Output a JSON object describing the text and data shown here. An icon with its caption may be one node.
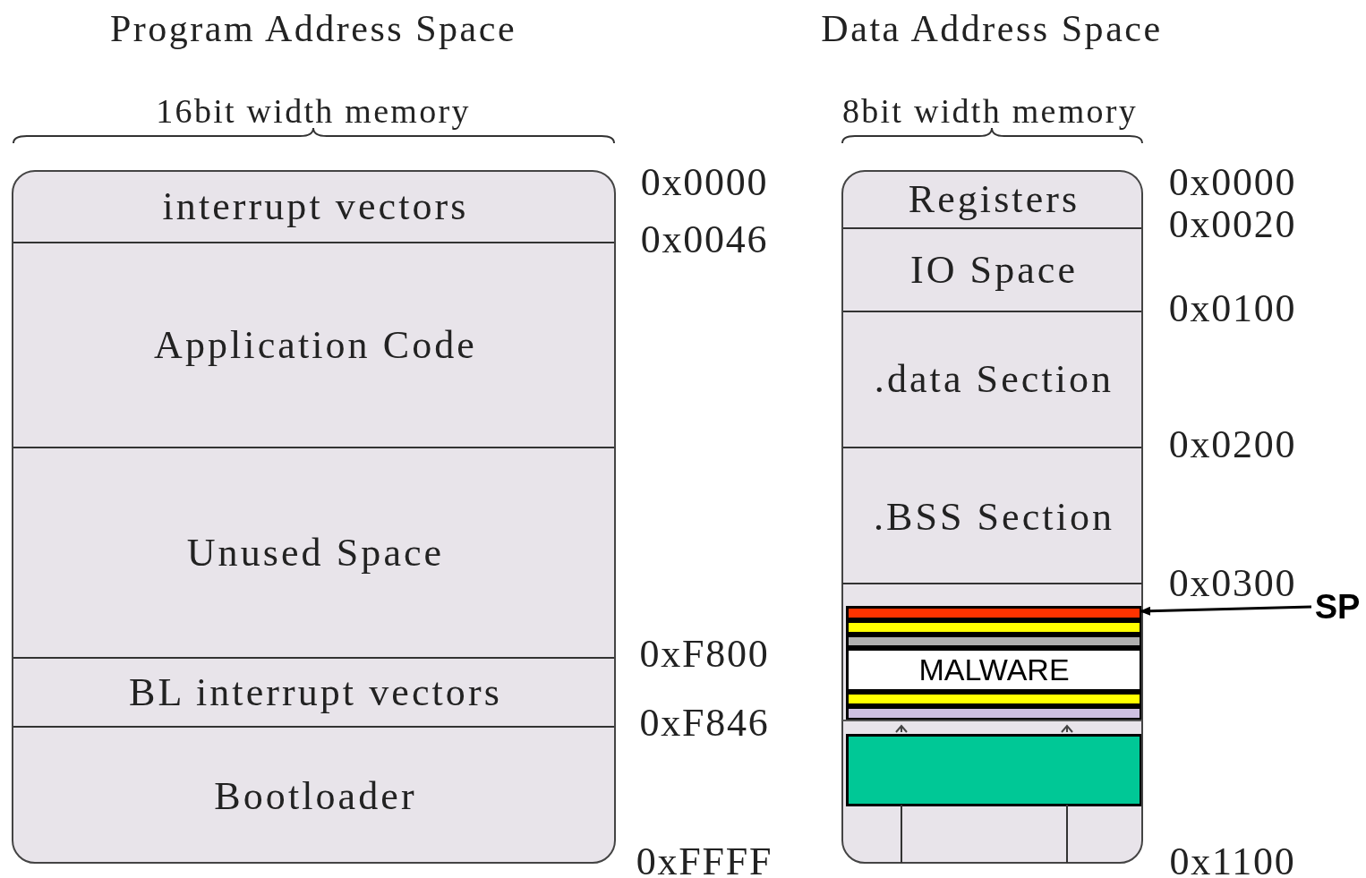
{
  "diagram": {
    "nodes": [
      {
        "text": [],
        "shape": "box"
      },
      {
        "text": [
          "interrupt vectors"
        ],
        "in": 0
      },
      {
        "text": [
          "Application Code"
        ],
        "in": 0
      },
      {
        "text": [
          "Unused Space"
        ],
        "in": 0
      },
      {
        "text": [
          "BL interrupt vectors"
        ],
        "in": 0
      },
      {
        "text": [
          "Bootloader"
        ],
        "in": 0
      },
      {
        "text": [],
        "shape": "box"
      },
      {
        "text": [
          "Registers"
        ],
        "in": 6
      },
      {
        "text": [
          "IO Space"
        ],
        "in": 6
      },
      {
        "text": [
          ".data Section"
        ],
        "in": 6
      },
      {
        "text": [
          ".BSS Section"
        ],
        "in": 6
      },
      {
        "text": [],
        "shape": "bar",
        "in": 6
      },
      {
        "text": [],
        "shape": "bar",
        "in": 6
      },
      {
        "text": [],
        "shape": "bar",
        "in": 6
      },
      {
        "text": [
          "MALWARE"
        ],
        "in": 6
      },
      {
        "text": [],
        "shape": "bar",
        "in": 6
      },
      {
        "text": [],
        "shape": "bar",
        "in": 6
      },
      {
        "text": [],
        "shape": "box",
        "in": 6
      },
      {
        "text": [
          "SP"
        ]
      }
    ],
    "edges": [
      {
        "from": 18,
        "to": 11,
        "arrow": "to"
      }
    ],
    "labels": [
      "Program Address Space",
      "Data Address Space",
      "16bit width memory",
      "8bit width memory",
      "0x0000",
      "0x0046",
      "0xF800",
      "0xF846",
      "0xFFFF",
      "0x0000",
      "0x0020",
      "0x0100",
      "0x0200",
      "0x0300",
      "0x1100"
    ]
  }
}
